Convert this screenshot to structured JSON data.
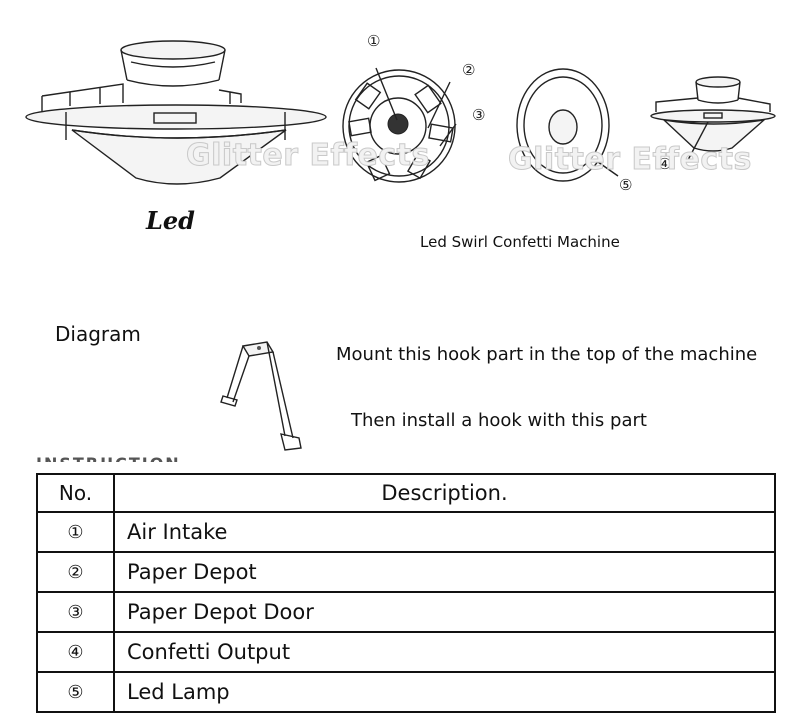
{
  "images": {
    "watermark": "Glitter Effects",
    "callouts": [
      "①",
      "②",
      "③",
      "④",
      "⑤"
    ]
  },
  "labels": {
    "led": "Led",
    "machine_caption": "Led Swirl Confetti Machine",
    "diagram_heading": "Diagram",
    "hook_line_1": "Mount this hook part in the top of the machine",
    "hook_line_2": "Then install a hook with this part",
    "cut_heading": "INSTRUCTION"
  },
  "table": {
    "headers": [
      "No.",
      "Description."
    ],
    "rows": [
      {
        "no": "①",
        "description": "Air Intake"
      },
      {
        "no": "②",
        "description": "Paper Depot"
      },
      {
        "no": "③",
        "description": "Paper Depot Door"
      },
      {
        "no": "④",
        "description": "Confetti Output"
      },
      {
        "no": "⑤",
        "description": "Led Lamp"
      }
    ]
  }
}
